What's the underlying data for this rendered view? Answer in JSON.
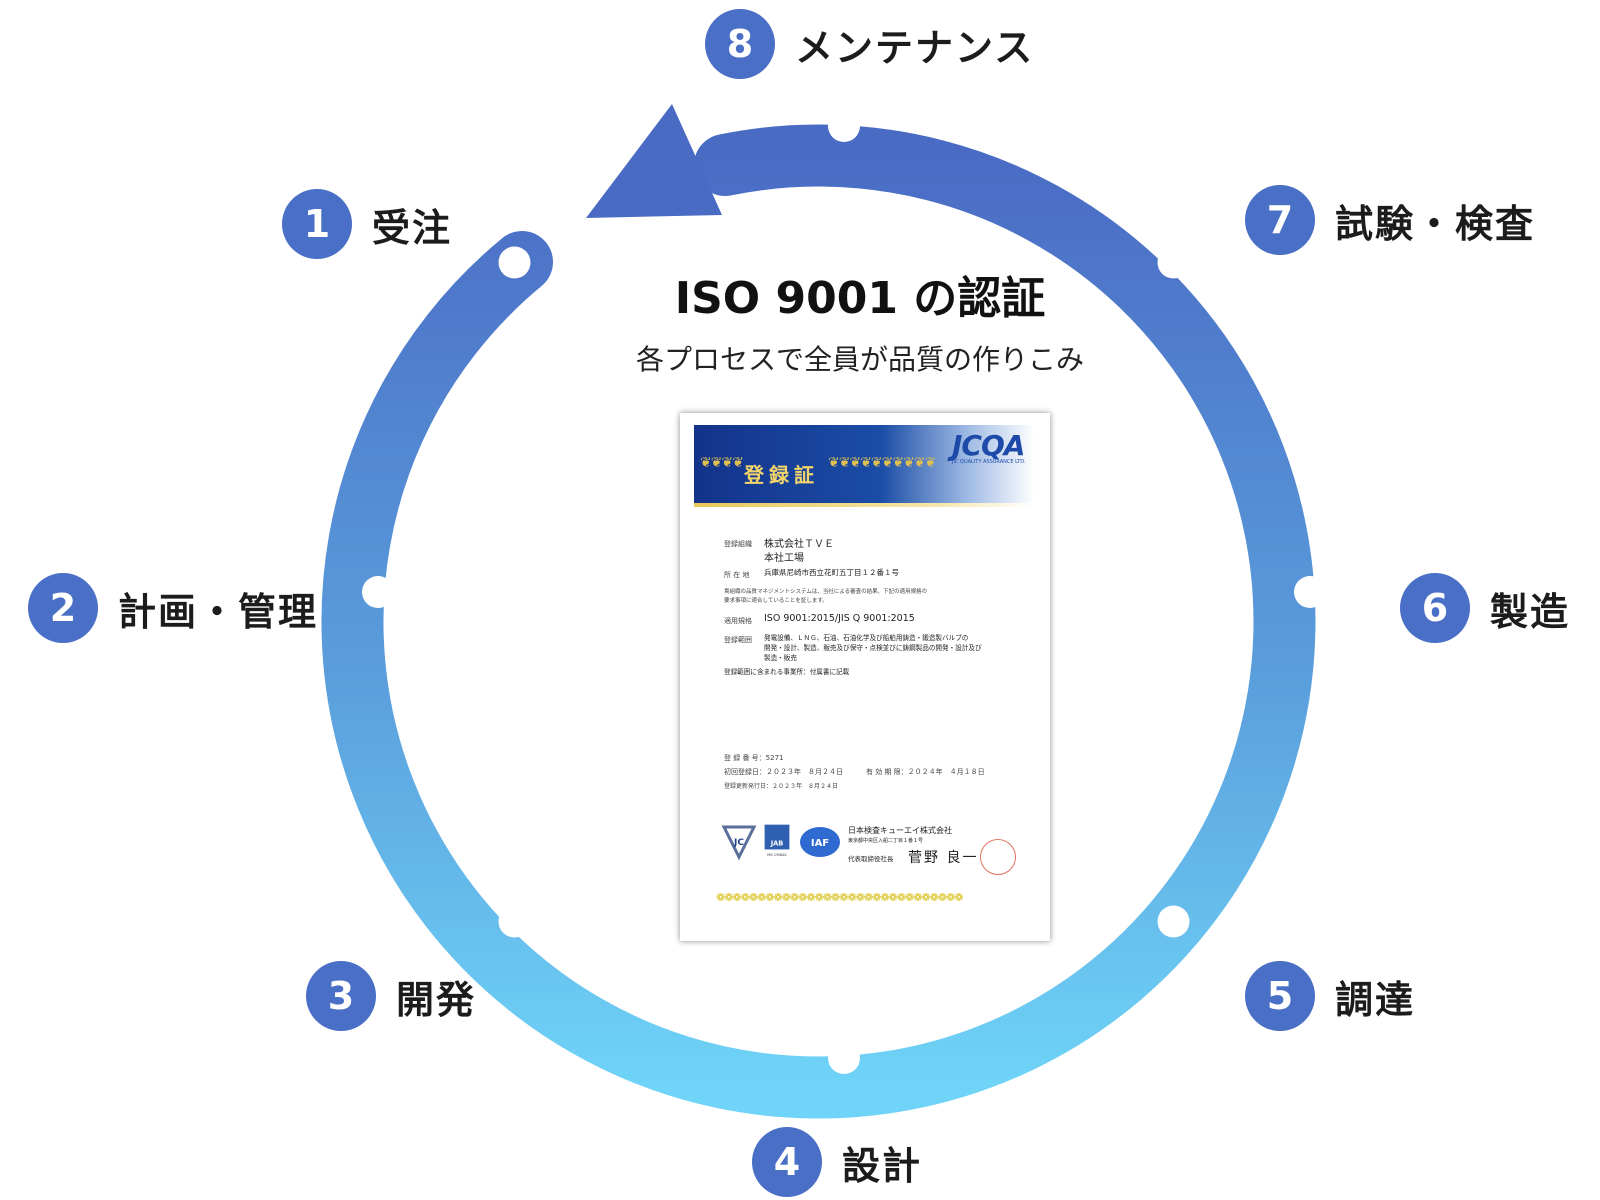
{
  "center": {
    "title": "ISO 9001 の認証",
    "subtitle": "各プロセスで全員が品質の作りこみ"
  },
  "steps": [
    {
      "number": "1",
      "label": "受注"
    },
    {
      "number": "2",
      "label": "計画・管理"
    },
    {
      "number": "3",
      "label": "開発"
    },
    {
      "number": "4",
      "label": "設計"
    },
    {
      "number": "5",
      "label": "調達"
    },
    {
      "number": "6",
      "label": "製造"
    },
    {
      "number": "7",
      "label": "試験・検査"
    },
    {
      "number": "8",
      "label": "メンテナンス"
    }
  ],
  "certificate": {
    "heading": "登録証",
    "logo": "JCQA",
    "logo_sub": "JIC QUALITY ASSURANCE LTD.",
    "org_key": "登録組織",
    "org_name": "株式会社ＴＶＥ",
    "org_site": "本社工場",
    "address_key": "所 在 地",
    "address": "兵庫県尼崎市西立花町五丁目１２番１号",
    "statement_line1": "貴組織の品質マネジメントシステムは、当社による審査の結果、下記の適用規格の",
    "statement_line2": "要求事項に適合していることを証します。",
    "standard_key": "適用規格",
    "standard": "ISO 9001:2015/JIS Q 9001:2015",
    "scope_key": "登録範囲",
    "scope_line1": "発電設備、ＬＮＧ、石油、石油化学及び船舶用鋳造・鍛造製バルブの",
    "scope_line2": "開発・設計、製造、販売及び保守・点検並びに鋳鋼製品の開発・設計及び",
    "scope_line3": "製造・販売",
    "sites_note": "登録範囲に含まれる事業所：付属書に記載",
    "reg_number": "登 録 番 号：5271",
    "initial_date": "初回登録日：２０２３年　８月２４日",
    "expiry_date": "有 効 期 限：２０２４年　４月１８日",
    "update_date": "登録更新発行日：２０２３年　８月２４日",
    "issuer": "日本検査キューエイ株式会社",
    "issuer_address": "東京都中央区入船二丁目１番１号",
    "rep_title": "代表取締役社長",
    "rep_name": "菅野 良一",
    "mark_jc": "JC",
    "mark_jab": "JAB",
    "mark_jab_code": "MS CM002",
    "mark_iaf": "IAF"
  },
  "colors": {
    "ring_top": "#4a6bc4",
    "ring_bottom": "#6fd4f7",
    "badge": "#4a6fc7",
    "text": "#1c1c1c"
  }
}
